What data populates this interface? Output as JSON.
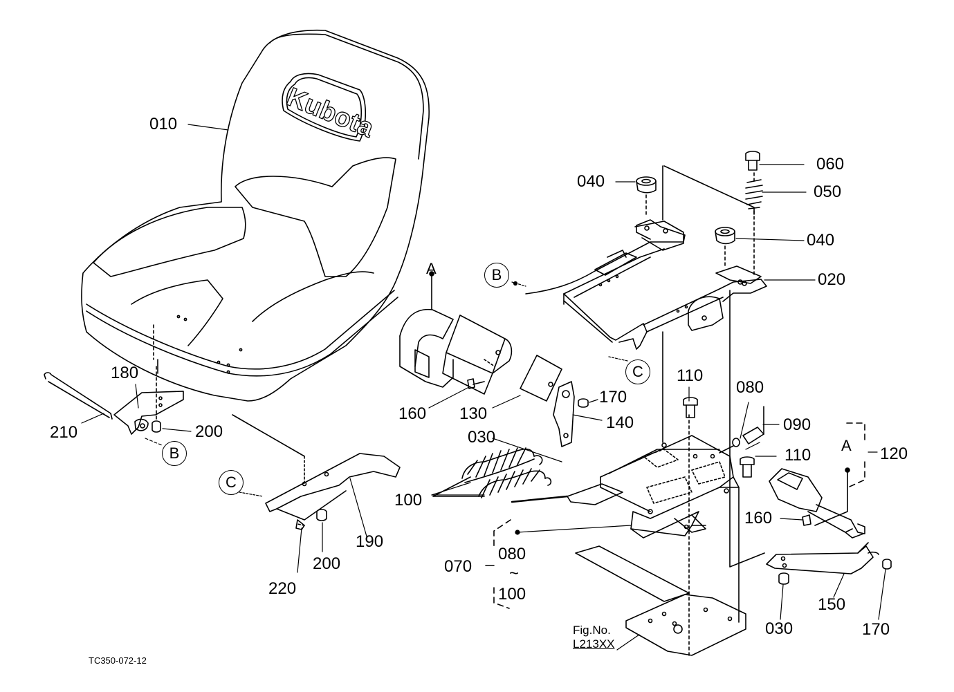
{
  "brand": "Kubota",
  "drawing_code": "TC350-072-12",
  "figure_ref": {
    "line1": "Fig.No.",
    "line2": "L213XX"
  },
  "callouts": {
    "c010": "010",
    "c020": "020",
    "c030a": "030",
    "c030b": "030",
    "c040a": "040",
    "c040b": "040",
    "c050": "050",
    "c060": "060",
    "c070": "070",
    "c080a": "080",
    "c080b": "080",
    "c090": "090",
    "c100a": "100",
    "c100b": "100",
    "c110a": "110",
    "c110b": "110",
    "c120": "120",
    "c130": "130",
    "c140": "140",
    "c150": "150",
    "c160a": "160",
    "c160b": "160",
    "c170a": "170",
    "c170b": "170",
    "c180": "180",
    "c190": "190",
    "c200a": "200",
    "c200b": "200",
    "c210": "210",
    "c220": "220",
    "range_tilde": "~"
  },
  "refs": {
    "A_top": "A",
    "A_right": "A",
    "B_frame": "B",
    "B_bracket": "B",
    "C_frame": "C",
    "C_plate": "C"
  }
}
